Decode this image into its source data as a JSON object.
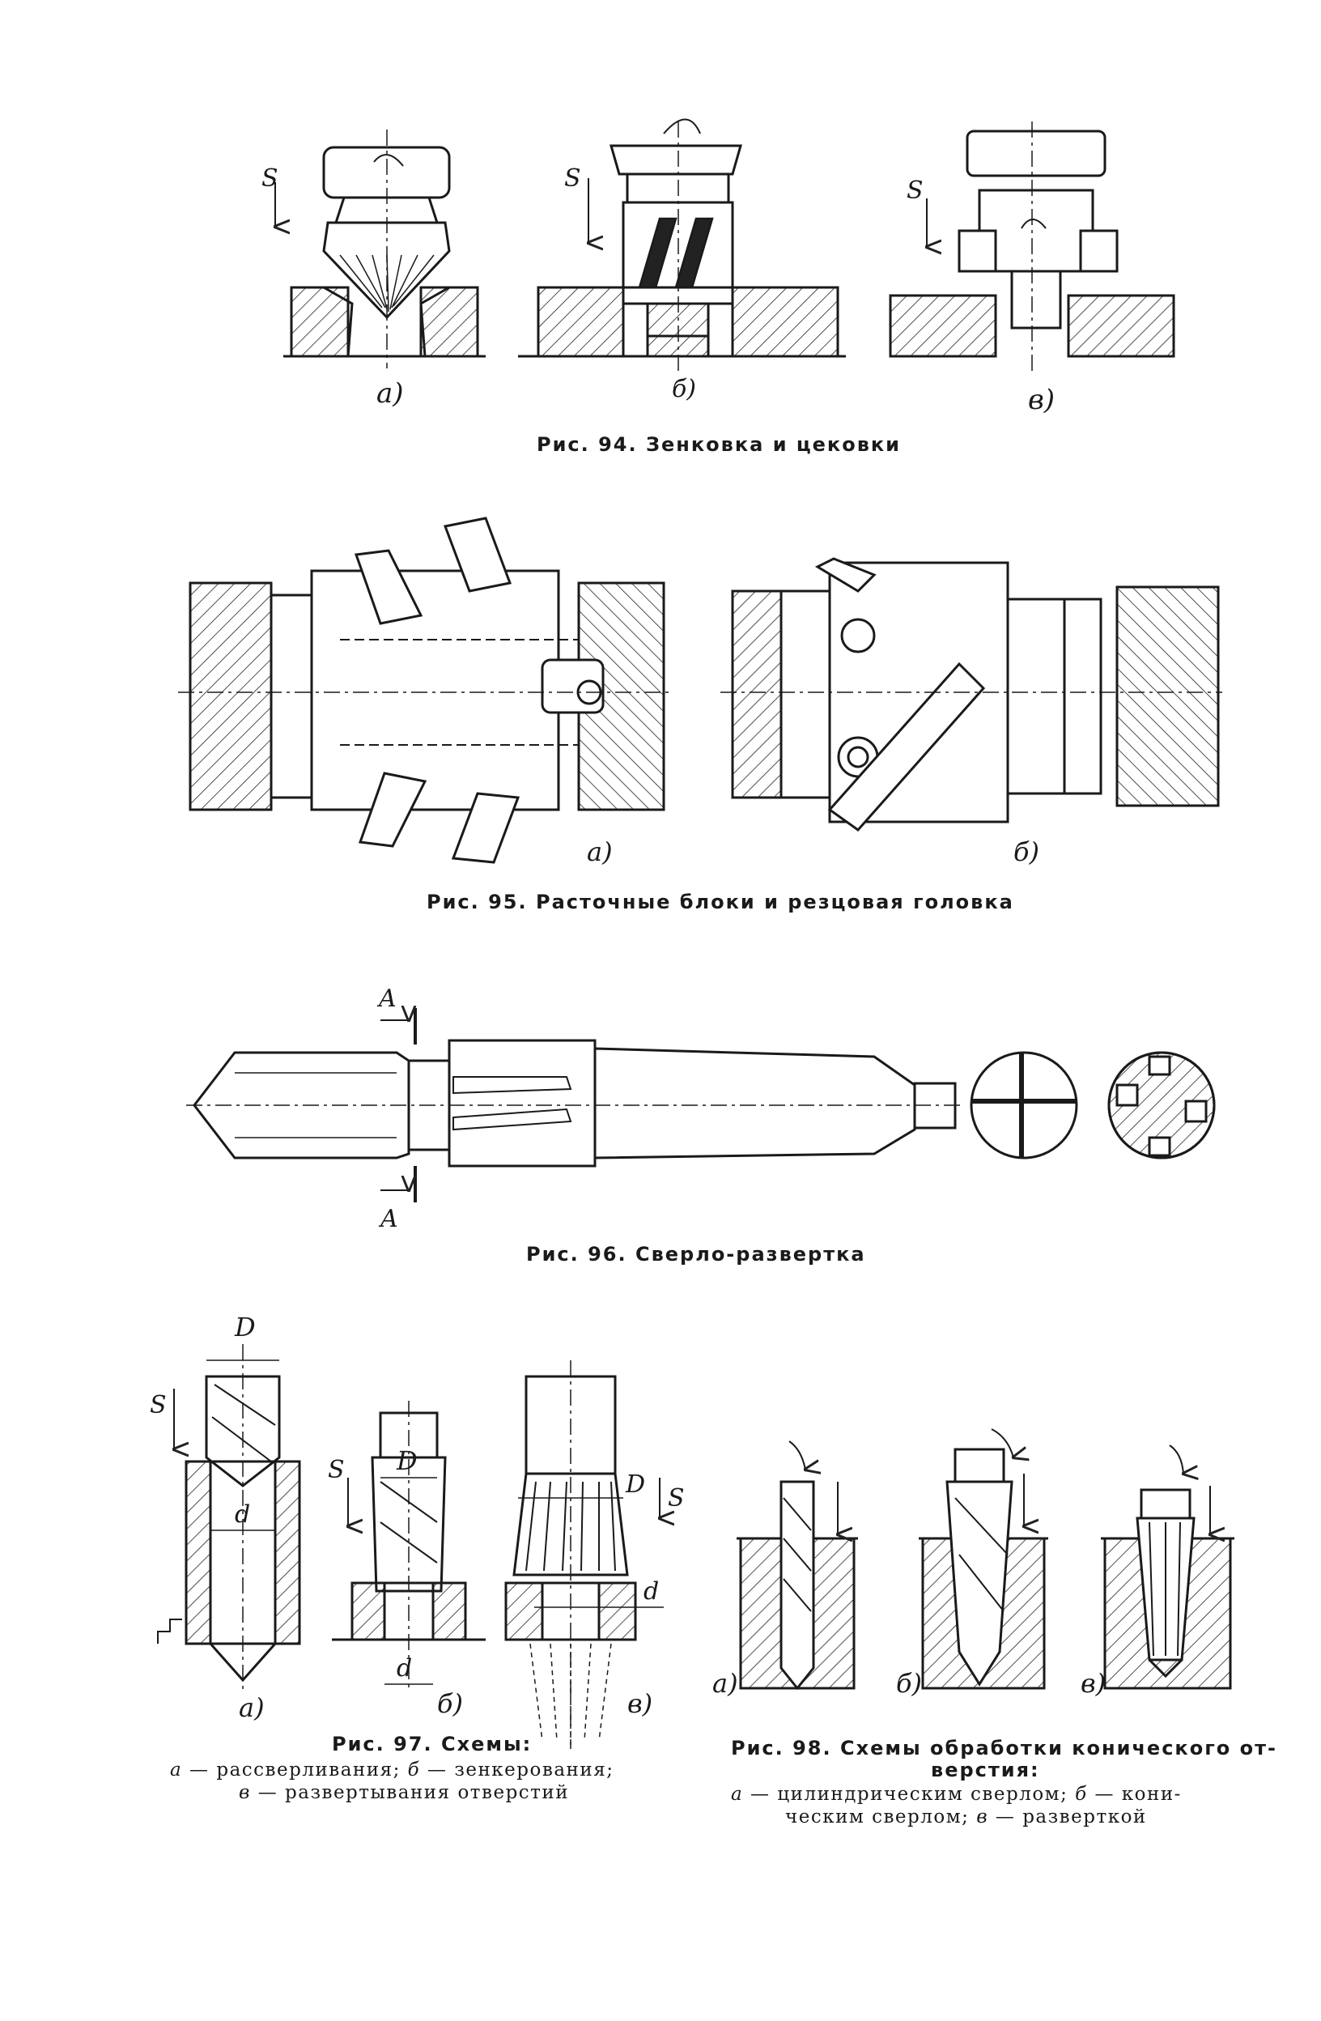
{
  "fig94": {
    "caption": "Рис. 94. Зенковка и цековки",
    "labels": [
      "а)",
      "б)",
      "в)"
    ],
    "feed": "S"
  },
  "fig95": {
    "caption": "Рис. 95. Расточные блоки и резцовая головка",
    "labels": [
      "а)",
      "б)"
    ]
  },
  "fig96": {
    "caption": "Рис. 96. Сверло-развертка",
    "section": "A"
  },
  "fig97": {
    "caption": "Рис. 97. Схемы:",
    "legend": [
      {
        "letter": "а",
        "text": " — рассверливания; "
      },
      {
        "letter": "б",
        "text": " — зенкерования;"
      },
      {
        "letter": "в",
        "text": " — развертывания отверстий"
      }
    ],
    "labels": [
      "а)",
      "б)",
      "в)"
    ],
    "dims": {
      "D": "D",
      "d": "d"
    },
    "feed": "S"
  },
  "fig98": {
    "caption_line1": "Рис. 98. Схемы обработки конического от-",
    "caption_line2": "верстия:",
    "legend_line1": [
      {
        "letter": "а",
        "text": " — цилиндрическим сверлом; "
      },
      {
        "letter": "б",
        "text": " — кони-"
      }
    ],
    "legend_line2": [
      {
        "letter": "",
        "text": "ческим сверлом; "
      },
      {
        "letter": "в",
        "text": " — разверткой"
      }
    ],
    "labels": [
      "а)",
      "б)",
      "в)"
    ]
  }
}
